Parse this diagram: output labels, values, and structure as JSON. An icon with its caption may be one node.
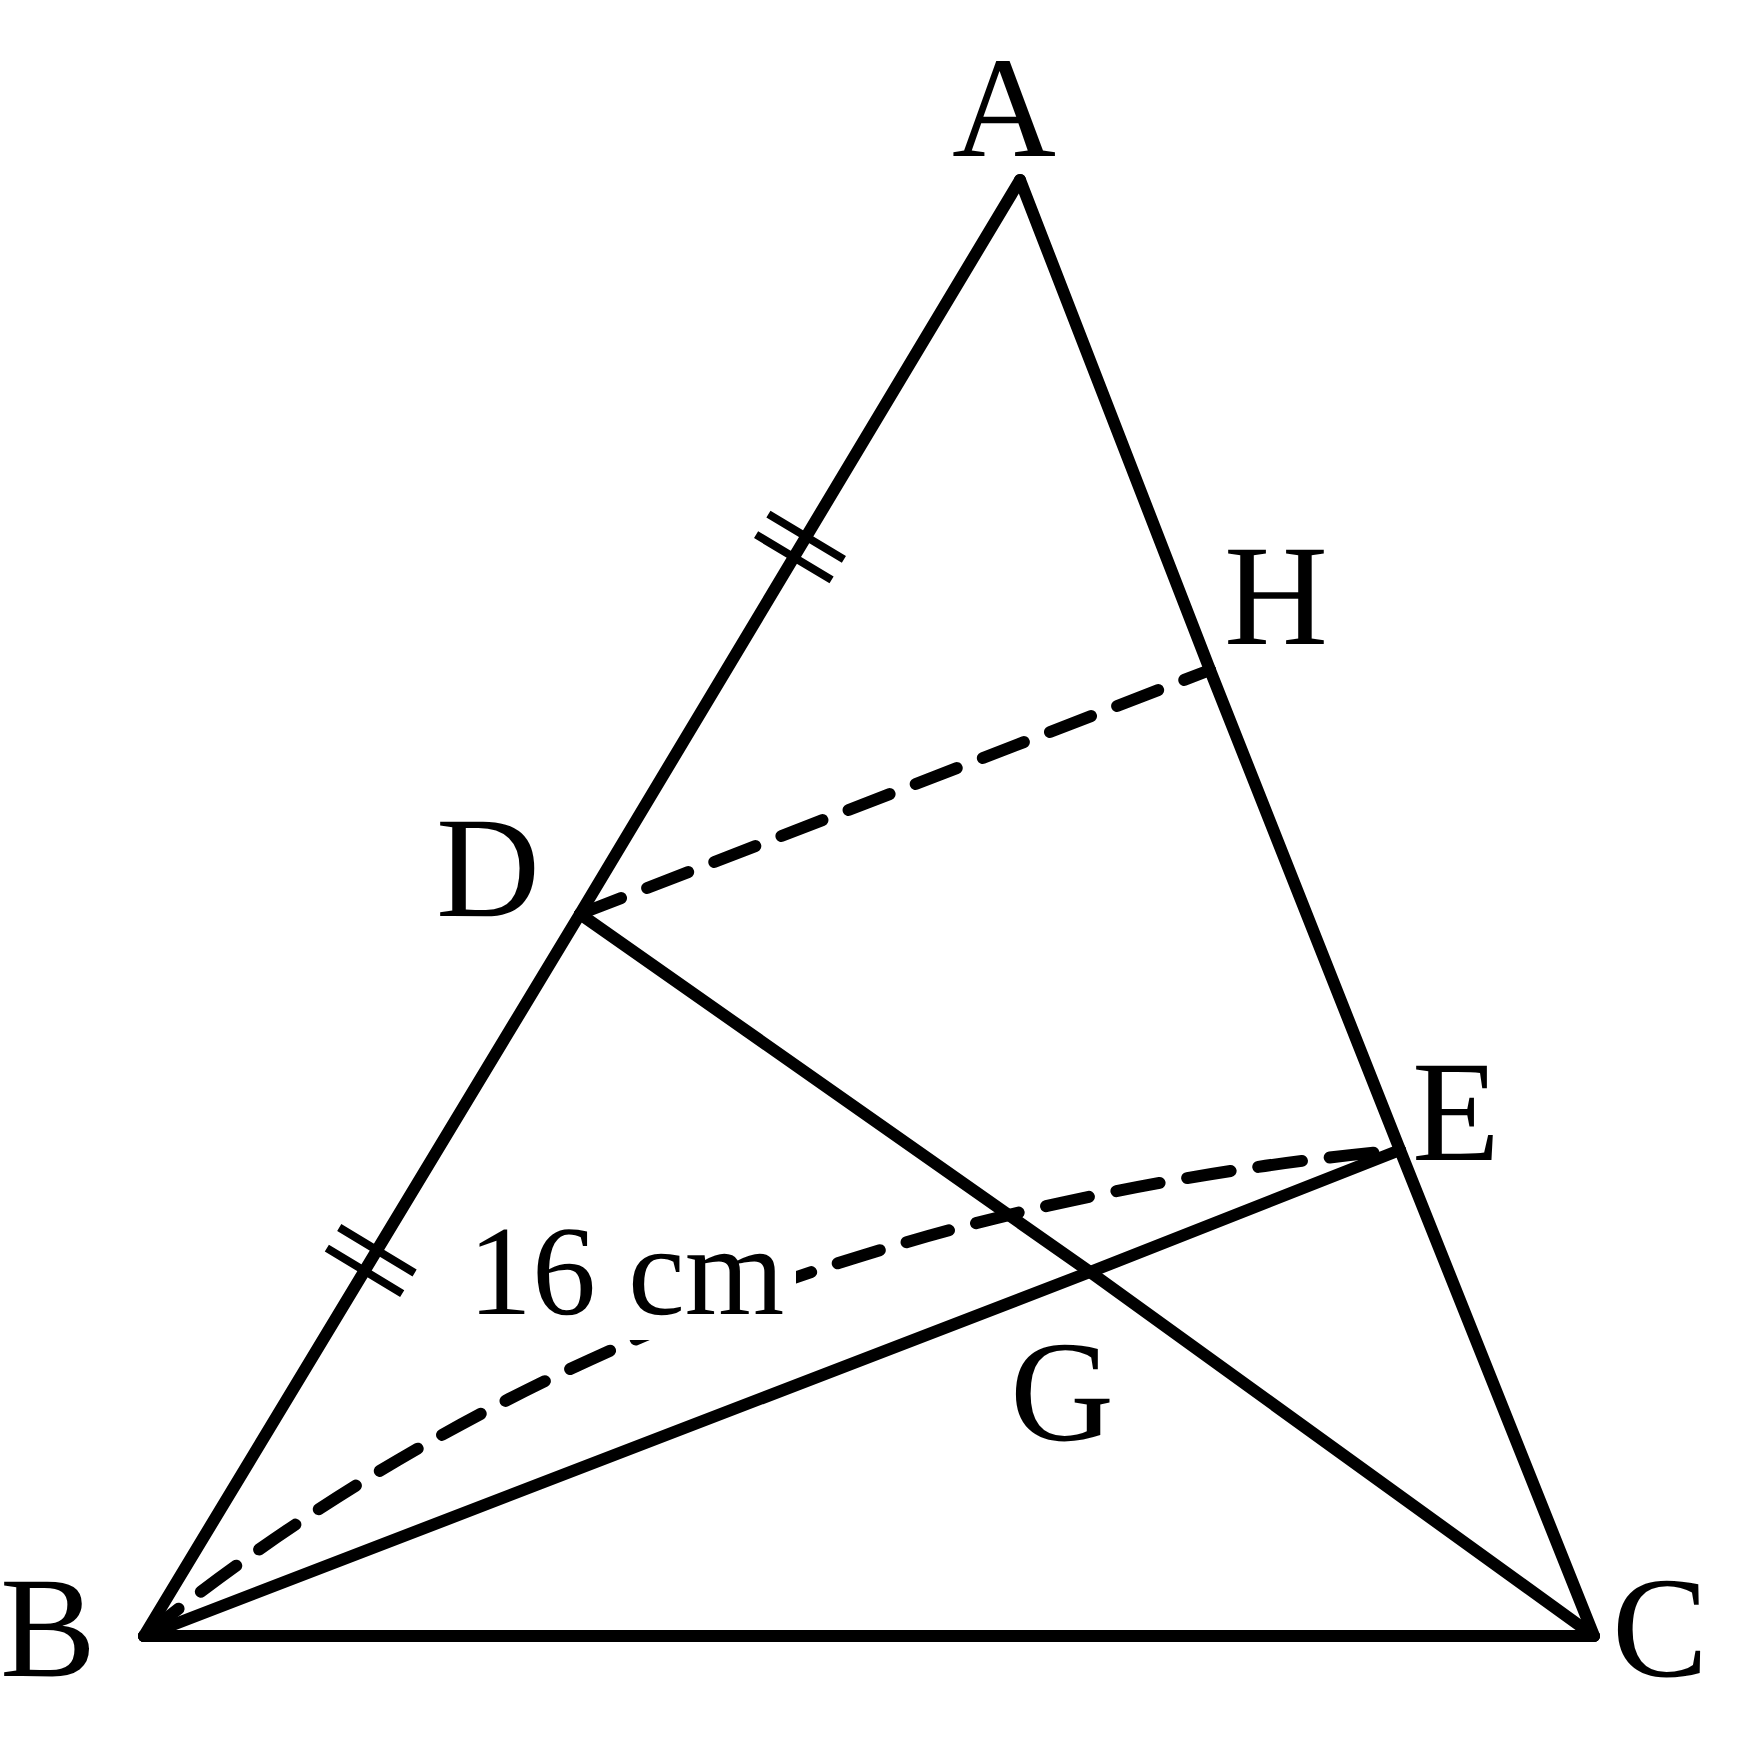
{
  "diagram": {
    "nodes": [
      {
        "text": [
          "A"
        ]
      },
      {
        "text": [
          "H"
        ]
      },
      {
        "text": [
          "D"
        ]
      },
      {
        "text": [
          "E"
        ]
      },
      {
        "text": [
          "G"
        ]
      },
      {
        "text": [
          "B"
        ]
      },
      {
        "text": [
          "C"
        ]
      }
    ],
    "edges": [
      {
        "from": 0,
        "to": 2,
        "arrow": "none"
      },
      {
        "from": 2,
        "to": 5,
        "arrow": "none"
      },
      {
        "from": 0,
        "to": 1,
        "arrow": "none"
      },
      {
        "from": 1,
        "to": 3,
        "arrow": "none"
      },
      {
        "from": 3,
        "to": 6,
        "arrow": "none"
      },
      {
        "from": 5,
        "to": 6,
        "arrow": "none"
      },
      {
        "from": 2,
        "to": 4,
        "arrow": "none"
      },
      {
        "from": 4,
        "to": 6,
        "arrow": "none"
      },
      {
        "from": 5,
        "to": 4,
        "arrow": "none"
      },
      {
        "from": 4,
        "to": 3,
        "arrow": "none"
      },
      {
        "from": 2,
        "to": 1,
        "arrow": "none",
        "style": "dashed"
      },
      {
        "from": 5,
        "to": 3,
        "arrow": "none",
        "style": "dashed",
        "label": "16 cm"
      }
    ]
  }
}
